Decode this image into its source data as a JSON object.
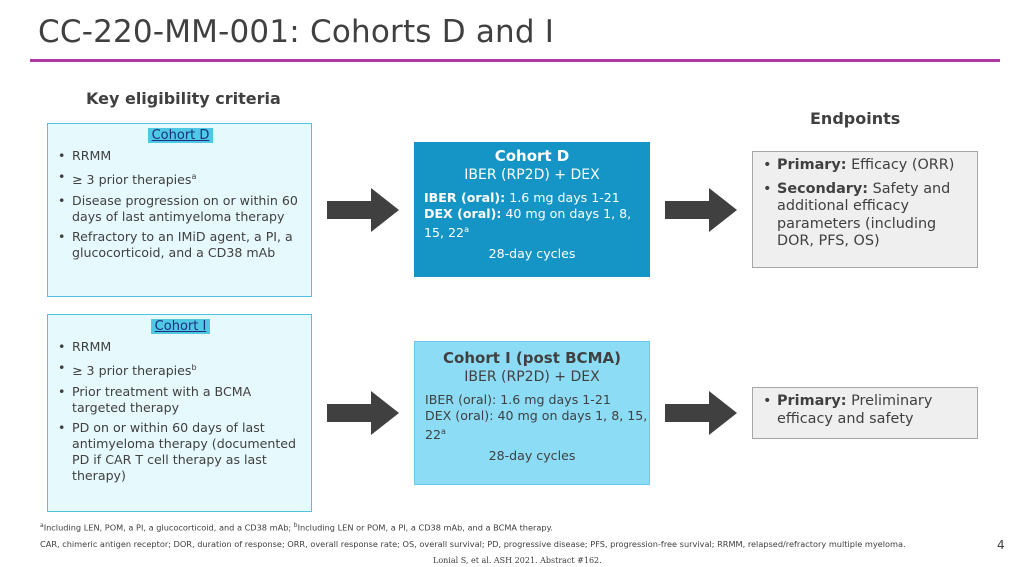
{
  "title": "CC-220-MM-001: Cohorts D and I",
  "eligibility_heading": "Key eligibility criteria",
  "endpoints_heading": "Endpoints",
  "criteria_d": {
    "label": "Cohort D",
    "items": [
      "RRMM",
      "≥ 3 prior therapies",
      "Disease progression on or within 60 days of last antimyeloma therapy",
      "Refractory to an IMiD agent, a PI, a glucocorticoid, and a CD38 mAb"
    ],
    "item2_sup": "a"
  },
  "criteria_i": {
    "label": "Cohort I",
    "items": [
      "RRMM",
      "≥ 3 prior therapies",
      "Prior treatment with a BCMA targeted therapy",
      "PD on or within 60 days of last antimyeloma therapy (documented PD if CAR T cell therapy as last therapy)"
    ],
    "item2_sup": "b"
  },
  "cohort_d": {
    "title": "Cohort D",
    "subtitle": "IBER (RP2D) + DEX",
    "iber_label": "IBER (oral):",
    "iber_dose": " 1.6 mg days 1-21",
    "dex_label": "DEX (oral):",
    "dex_dose": " 40 mg on days 1, 8, 15, 22",
    "dex_sup": "a",
    "cycles": "28-day cycles"
  },
  "cohort_i": {
    "title": "Cohort I (post BCMA)",
    "subtitle": "IBER (RP2D) + DEX",
    "iber": "IBER (oral): 1.6 mg days 1-21",
    "dex": "DEX (oral): 40 mg on days 1, 8, 15, 22",
    "dex_sup": "a",
    "cycles": "28-day cycles"
  },
  "endpoints_d": {
    "primary_label": "Primary:",
    "primary_text": " Efficacy (ORR)",
    "secondary_label": "Secondary:",
    "secondary_text": " Safety and additional efficacy parameters (including DOR, PFS, OS)"
  },
  "endpoints_i": {
    "primary_label": "Primary:",
    "primary_text": " Preliminary efficacy and safety"
  },
  "footnotes": {
    "a_sup": "a",
    "a_text": "Including LEN, POM, a PI, a glucocorticoid, and a CD38 mAb; ",
    "b_sup": "b",
    "b_text": "Including LEN or POM, a PI, a CD38 mAb, and a BCMA therapy.",
    "abbrev": "CAR, chimeric antigen receptor; DOR, duration of response; ORR, overall response rate; OS, overall survival; PD, progressive disease; PFS, progression-free survival; RRMM, relapsed/refractory multiple myeloma."
  },
  "reference": "Lonial S, et al. ASH 2021. Abstract #162.",
  "page_number": "4",
  "colors": {
    "accent_rule": "#b0399f",
    "criteria_fill": "#e6f9fd",
    "criteria_border": "#4fc3de",
    "cohort_d_fill": "#1595c6",
    "cohort_i_fill": "#8ddcf5",
    "endpoint_fill": "#efefef",
    "arrow": "#404040"
  },
  "icons": {
    "flow_arrow": "right-arrow-icon"
  }
}
